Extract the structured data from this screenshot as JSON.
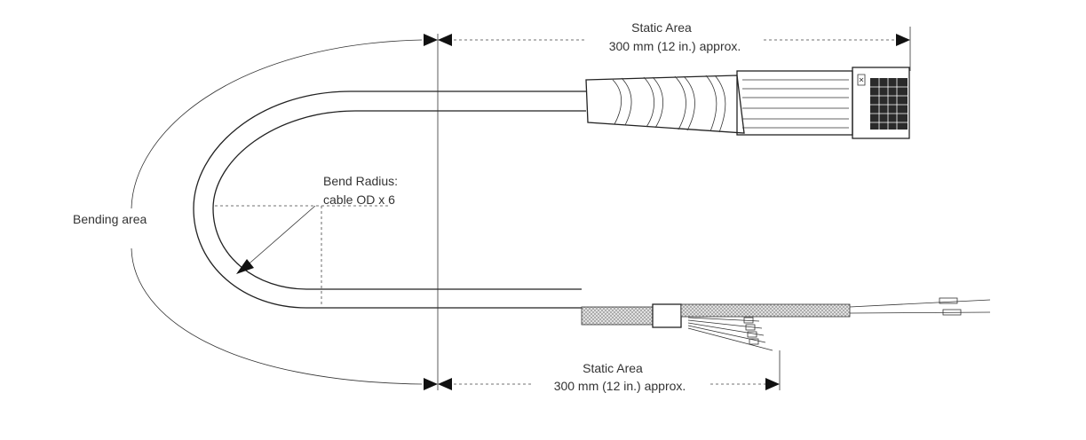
{
  "labels": {
    "top_static_title": "Static Area",
    "top_static_length": "300 mm (12 in.) approx.",
    "bottom_static_title": "Static Area",
    "bottom_static_length": "300 mm (12 in.) approx.",
    "bend_radius_title": "Bend Radius:",
    "bend_radius_value": "cable OD x 6",
    "bending_area": "Bending area"
  }
}
